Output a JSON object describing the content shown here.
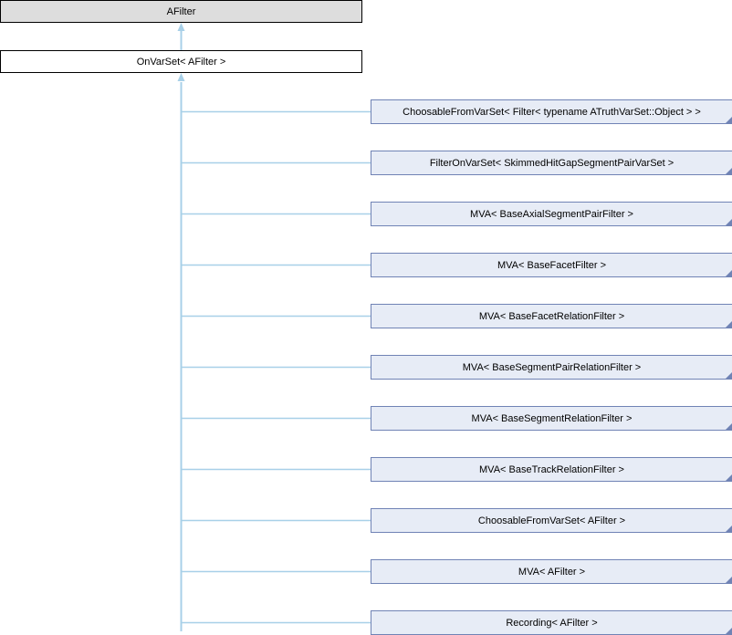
{
  "diagram": {
    "type": "class-inheritance-graph",
    "title": "AFilter inheritance diagram",
    "colors": {
      "base_fill": "#dddddd",
      "base_border": "#000000",
      "current_fill": "#ffffff",
      "current_border": "#000000",
      "derived_fill": "#e7ecf6",
      "derived_border": "#7083b5",
      "connector": "#a8d0e8",
      "text": "#000000"
    },
    "nodes": {
      "root": {
        "label": "AFilter",
        "role": "base"
      },
      "intermediate": {
        "label": "OnVarSet< AFilter >",
        "role": "current"
      },
      "derived": [
        {
          "label": "ChoosableFromVarSet< Filter< typename ATruthVarSet::Object > >"
        },
        {
          "label": "FilterOnVarSet< SkimmedHitGapSegmentPairVarSet >"
        },
        {
          "label": "MVA< BaseAxialSegmentPairFilter >"
        },
        {
          "label": "MVA< BaseFacetFilter >"
        },
        {
          "label": "MVA< BaseFacetRelationFilter >"
        },
        {
          "label": "MVA< BaseSegmentPairRelationFilter >"
        },
        {
          "label": "MVA< BaseSegmentRelationFilter >"
        },
        {
          "label": "MVA< BaseTrackRelationFilter >"
        },
        {
          "label": "ChoosableFromVarSet< AFilter >"
        },
        {
          "label": "MVA< AFilter >"
        },
        {
          "label": "Recording< AFilter >"
        }
      ]
    }
  }
}
